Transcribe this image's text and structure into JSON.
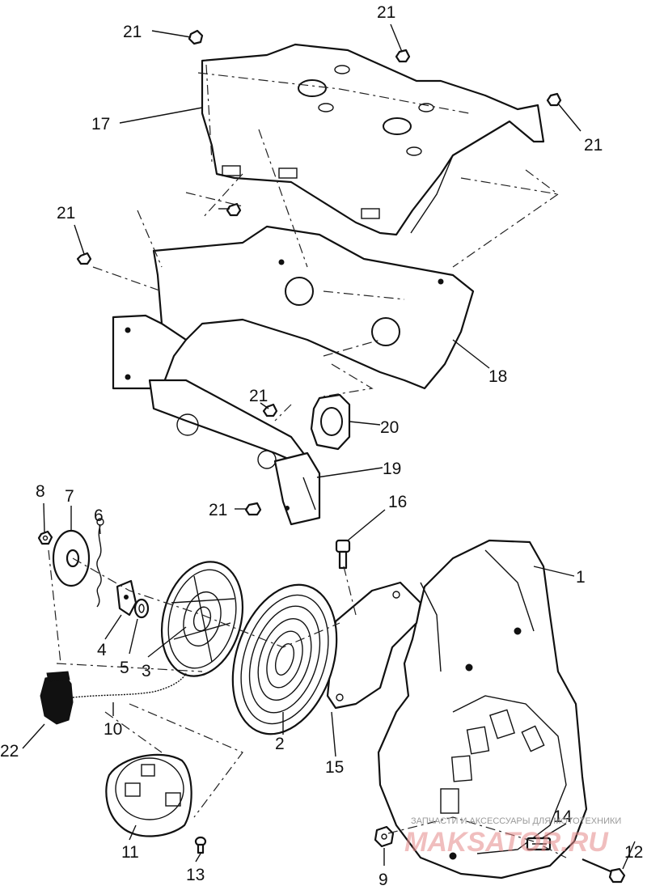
{
  "callouts": {
    "c1": "1",
    "c2": "2",
    "c3": "3",
    "c4": "4",
    "c5": "5",
    "c6": "6",
    "c7": "7",
    "c8": "8",
    "c9": "9",
    "c10": "10",
    "c11": "11",
    "c12": "12",
    "c13": "13",
    "c14": "14",
    "c15": "15",
    "c16": "16",
    "c17": "17",
    "c18": "18",
    "c19": "19",
    "c20": "20",
    "c21": "21",
    "c22": "22"
  },
  "watermark": {
    "tagline": "ЗАПЧАСТИ И АКСЕССУАРЫ ДЛЯ МОТОТЕХНИКИ",
    "brand": "MAKSATOR.RU"
  }
}
